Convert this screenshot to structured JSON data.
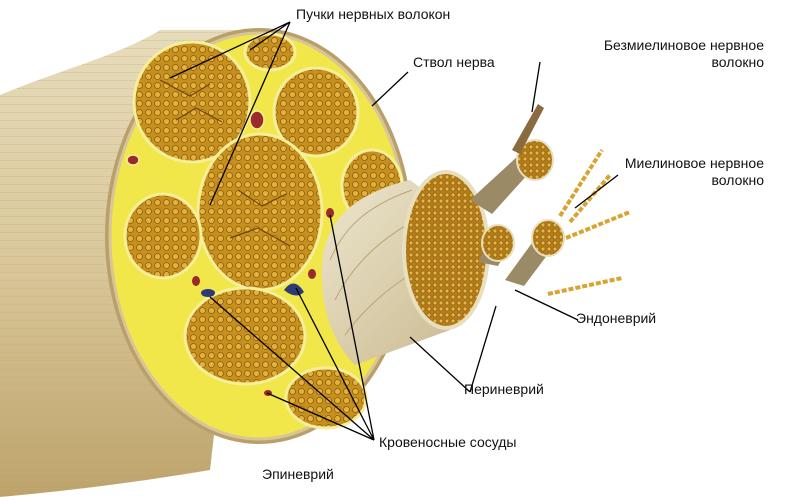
{
  "labels": {
    "bundles": "Пучки нервных волокон",
    "trunk": "Ствол нерва",
    "unmyelinated_line1": "Безмиелиновое нервное",
    "unmyelinated_line2": "волокно",
    "myelinated_line1": "Миелиновое нервное",
    "myelinated_line2": "волокно",
    "endoneurium": "Эндоневрий",
    "perineurium": "Периневрий",
    "vessels": "Кровеносные сосуды",
    "epineurium": "Эпиневрий"
  },
  "colors": {
    "epineurium_outer": "#d9c79a",
    "cross_section_fill": "#f1e64a",
    "fascicle_fill": "#c6901f",
    "fascicle_dark": "#8a5a10",
    "perineurium_sheath": "#d8cfb2",
    "vessel_red": "#9b2b2b",
    "vessel_blue": "#2d3a78",
    "pointer_line": "#000000"
  }
}
